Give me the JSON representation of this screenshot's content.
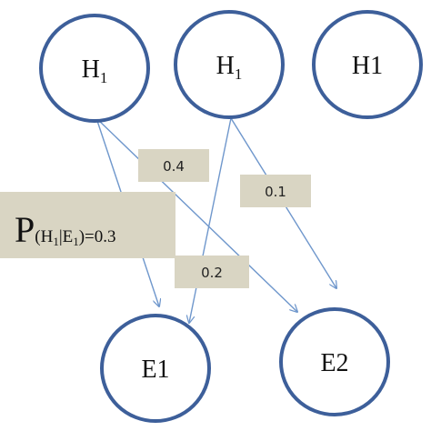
{
  "diagram": {
    "nodes": {
      "h1_left": {
        "base": "H",
        "sub": "1"
      },
      "h1_middle": {
        "base": "H",
        "sub": "1"
      },
      "h1_right": {
        "text": "H1"
      },
      "e1": {
        "text": "E1"
      },
      "e2": {
        "text": "E2"
      }
    },
    "edge_labels": {
      "h1_left_to_e2": "0.4",
      "h1_middle_to_e2": "0.1",
      "h1_middle_to_e1": "0.2"
    },
    "probability_box": {
      "p": "P",
      "open": "(H",
      "sub_h": "1",
      "mid": "|E",
      "sub_e": "1",
      "close": ")=0.3"
    },
    "colors": {
      "node_stroke": "#3d5f9a",
      "edge": "#6f97cc",
      "label_box": "#d9d5c3"
    }
  }
}
